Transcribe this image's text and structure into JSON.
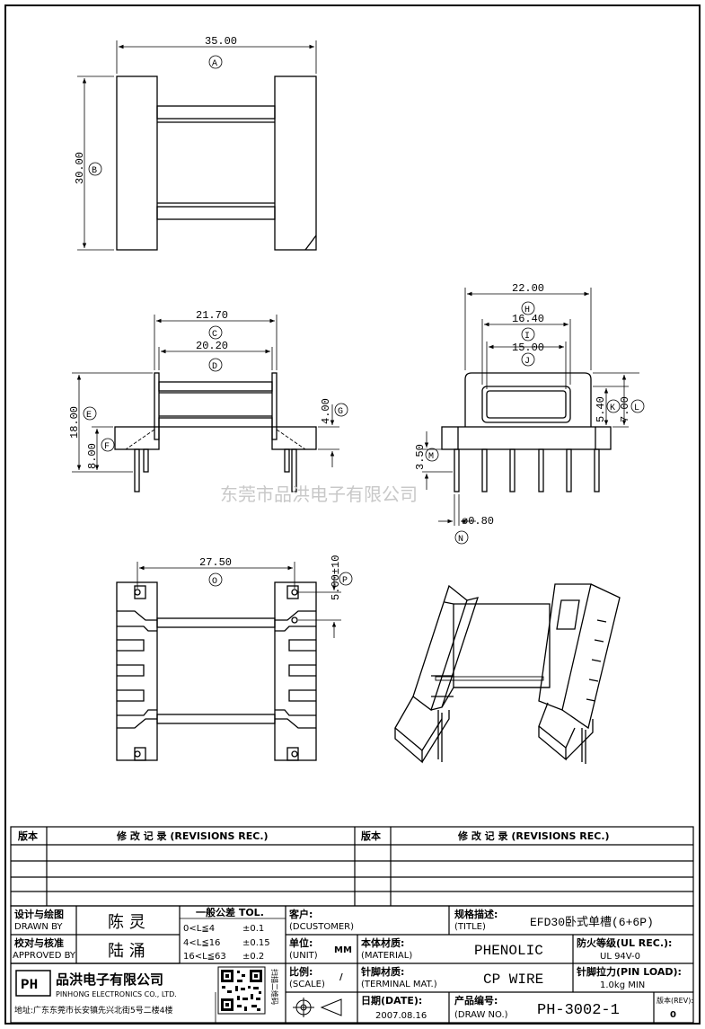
{
  "watermark": "东莞市品洪电子有限公司",
  "dimensions": {
    "A": {
      "value": "35.00",
      "letter": "A"
    },
    "B": {
      "value": "30.00",
      "letter": "B"
    },
    "C": {
      "value": "21.70",
      "letter": "C"
    },
    "D": {
      "value": "20.20",
      "letter": "D"
    },
    "E": {
      "value": "18.00",
      "letter": "E"
    },
    "F": {
      "value": "8.00",
      "letter": "F"
    },
    "G": {
      "value": "4.00",
      "letter": "G"
    },
    "H": {
      "value": "22.00",
      "letter": "H"
    },
    "I": {
      "value": "16.40",
      "letter": "I"
    },
    "J": {
      "value": "15.00",
      "letter": "J"
    },
    "K": {
      "value": "5.40",
      "letter": "K"
    },
    "L": {
      "value": "7.00",
      "letter": "L"
    },
    "M": {
      "value": "3.50",
      "letter": "M"
    },
    "N": {
      "value": "ø0.80",
      "letter": "N"
    },
    "O": {
      "value": "27.50",
      "letter": "O"
    },
    "P": {
      "value": "5.00±10",
      "letter": "P"
    }
  },
  "revisions": {
    "col_version": "版本",
    "col_record": "修 改 记 录 (REVISIONS REC.)",
    "col_version2": "版本",
    "col_record2": "修 改 记 录 (REVISIONS REC.)"
  },
  "title_block": {
    "designed_by_label_cn": "设计与绘图",
    "designed_by_label_en": "DRAWN BY",
    "designed_by": "陈 灵",
    "approved_by_label_cn": "校对与核准",
    "approved_by_label_en": "APPROVED BY",
    "approved_by": "陆 涌",
    "tolerance_title": "一般公差 TOL.",
    "tol_rows": [
      {
        "range": "0<L≦4",
        "tol": "±0.1"
      },
      {
        "range": "4<L≦16",
        "tol": "±0.15"
      },
      {
        "range": "16<L≦63",
        "tol": "±0.2"
      }
    ],
    "customer_label": "客户:",
    "customer_value": "(DCUSTOMER)",
    "title_label_cn": "规格描述:",
    "title_label_en": "(TITLE)",
    "title_value": "EFD30卧式单槽(6+6P)",
    "unit_label_cn": "单位:",
    "unit_label_en": "(UNIT)",
    "unit_value": "MM",
    "material_label_cn": "本体材质:",
    "material_label_en": "(MATERIAL)",
    "material_value": "PHENOLIC",
    "ul_label": "防火等级(UL REC.):",
    "ul_value": "UL 94V-0",
    "scale_label_cn": "比例:",
    "scale_label_en": "(SCALE)",
    "scale_value": "/",
    "terminal_label_cn": "针脚材质:",
    "terminal_label_en": "(TERMINAL MAT.)",
    "terminal_value": "CP WIRE",
    "pinload_label": "针脚拉力(PIN LOAD):",
    "pinload_value": "1.0kg MIN",
    "company_cn": "品洪电子有限公司",
    "company_en": "PINHONG ELECTRONICS CO., LTD.",
    "logo_text": "PH",
    "address": "地址:广东东莞市长安镇先兴北街5号二楼4楼",
    "qr_caption": "扫描二维码",
    "date_label_cn": "日期(DATE):",
    "date_value": "2007.08.16",
    "drawno_label_cn": "产品编号:",
    "drawno_label_en": "(DRAW NO.)",
    "drawno_value": "PH-3002-1",
    "rev_label_cn": "版本(REV):",
    "rev_value": "0"
  }
}
